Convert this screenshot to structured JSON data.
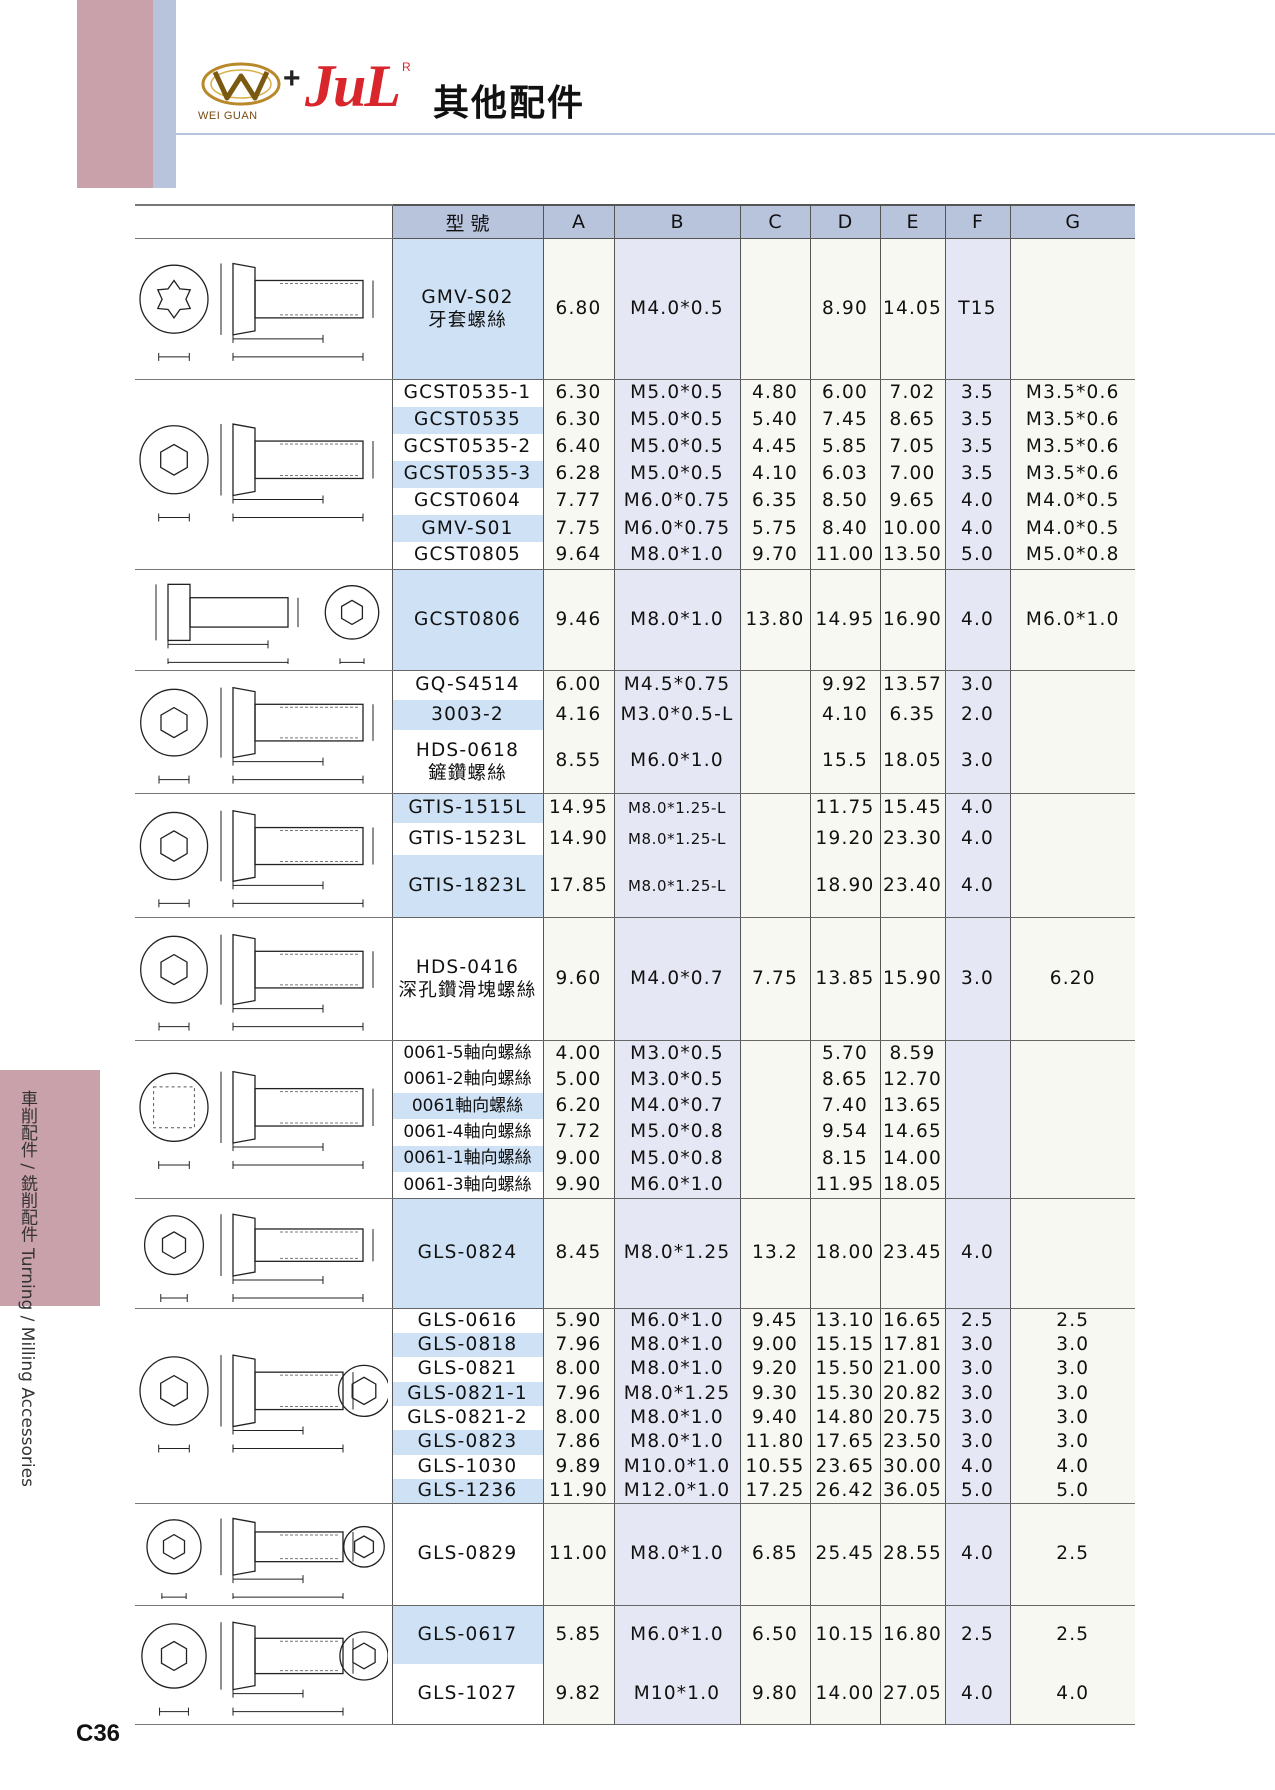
{
  "header": {
    "logo_sub": "WEI GUAN",
    "plus": "+",
    "brand": "JuL",
    "reg_mark": "R",
    "title": "其他配件"
  },
  "side_tab": "車削配件 / 銑削配件 Turning / Milling Accessories",
  "page_number": "C36",
  "table": {
    "headers": [
      "型 號",
      "A",
      "B",
      "C",
      "D",
      "E",
      "F",
      "G"
    ],
    "groups": [
      {
        "height": 141,
        "rows": [
          {
            "code": "GMV-S02",
            "code2": "牙套螺絲",
            "A": "6.80",
            "B": "M4.0*0.5",
            "C": "",
            "D": "8.90",
            "E": "14.05",
            "F": "T15",
            "G": "",
            "hl": true
          }
        ]
      },
      {
        "height": 190,
        "rows": [
          {
            "code": "GCST0535-1",
            "A": "6.30",
            "B": "M5.0*0.5",
            "C": "4.80",
            "D": "6.00",
            "E": "7.02",
            "F": "3.5",
            "G": "M3.5*0.6"
          },
          {
            "code": "GCST0535",
            "A": "6.30",
            "B": "M5.0*0.5",
            "C": "5.40",
            "D": "7.45",
            "E": "8.65",
            "F": "3.5",
            "G": "M3.5*0.6",
            "hl": true
          },
          {
            "code": "GCST0535-2",
            "A": "6.40",
            "B": "M5.0*0.5",
            "C": "4.45",
            "D": "5.85",
            "E": "7.05",
            "F": "3.5",
            "G": "M3.5*0.6"
          },
          {
            "code": "GCST0535-3",
            "A": "6.28",
            "B": "M5.0*0.5",
            "C": "4.10",
            "D": "6.03",
            "E": "7.00",
            "F": "3.5",
            "G": "M3.5*0.6",
            "hl": true
          },
          {
            "code": "GCST0604",
            "A": "7.77",
            "B": "M6.0*0.75",
            "C": "6.35",
            "D": "8.50",
            "E": "9.65",
            "F": "4.0",
            "G": "M4.0*0.5"
          },
          {
            "code": "GMV-S01",
            "A": "7.75",
            "B": "M6.0*0.75",
            "C": "5.75",
            "D": "8.40",
            "E": "10.00",
            "F": "4.0",
            "G": "M4.0*0.5",
            "hl": true
          },
          {
            "code": "GCST0805",
            "A": "9.64",
            "B": "M8.0*1.0",
            "C": "9.70",
            "D": "11.00",
            "E": "13.50",
            "F": "5.0",
            "G": "M5.0*0.8"
          }
        ]
      },
      {
        "height": 101,
        "rows": [
          {
            "code": "GCST0806",
            "A": "9.46",
            "B": "M8.0*1.0",
            "C": "13.80",
            "D": "14.95",
            "E": "16.90",
            "F": "4.0",
            "G": "M6.0*1.0",
            "hl": true
          }
        ]
      },
      {
        "height": 123,
        "rows": [
          {
            "code": "GQ-S4514",
            "A": "6.00",
            "B": "M4.5*0.75",
            "C": "",
            "D": "9.92",
            "E": "13.57",
            "F": "3.0",
            "G": "",
            "h": 30
          },
          {
            "code": "3003-2",
            "A": "4.16",
            "B": "M3.0*0.5-L",
            "C": "",
            "D": "4.10",
            "E": "6.35",
            "F": "2.0",
            "G": "",
            "hl": true,
            "h": 30
          },
          {
            "code": "HDS-0618",
            "code2": "鏟鑽螺絲",
            "A": "8.55",
            "B": "M6.0*1.0",
            "C": "",
            "D": "15.5",
            "E": "18.05",
            "F": "3.0",
            "G": "",
            "h": 63
          }
        ]
      },
      {
        "height": 124,
        "rows": [
          {
            "code": "GTIS-1515L",
            "A": "14.95",
            "B": "M8.0*1.25-L",
            "C": "",
            "D": "11.75",
            "E": "15.45",
            "F": "4.0",
            "G": "",
            "hl": true,
            "small": true,
            "h": 30
          },
          {
            "code": "GTIS-1523L",
            "A": "14.90",
            "B": "M8.0*1.25-L",
            "C": "",
            "D": "19.20",
            "E": "23.30",
            "F": "4.0",
            "G": "",
            "small": true,
            "h": 32
          },
          {
            "code": "GTIS-1823L",
            "A": "17.85",
            "B": "M8.0*1.25-L",
            "C": "",
            "D": "18.90",
            "E": "23.40",
            "F": "4.0",
            "G": "",
            "hl": true,
            "small": true,
            "h": 62
          }
        ]
      },
      {
        "height": 123,
        "rows": [
          {
            "code": "HDS-0416",
            "code2": "深孔鑽滑塊螺絲",
            "A": "9.60",
            "B": "M4.0*0.7",
            "C": "7.75",
            "D": "13.85",
            "E": "15.90",
            "F": "3.0",
            "G": "6.20"
          }
        ]
      },
      {
        "height": 158,
        "rows": [
          {
            "code": "0061-5軸向螺絲",
            "A": "4.00",
            "B": "M3.0*0.5",
            "C": "",
            "D": "5.70",
            "E": "8.59",
            "F": "",
            "G": "",
            "zh": true
          },
          {
            "code": "0061-2軸向螺絲",
            "A": "5.00",
            "B": "M3.0*0.5",
            "C": "",
            "D": "8.65",
            "E": "12.70",
            "F": "",
            "G": "",
            "zh": true
          },
          {
            "code": "0061軸向螺絲",
            "A": "6.20",
            "B": "M4.0*0.7",
            "C": "",
            "D": "7.40",
            "E": "13.65",
            "F": "",
            "G": "",
            "hl": true,
            "zh": true
          },
          {
            "code": "0061-4軸向螺絲",
            "A": "7.72",
            "B": "M5.0*0.8",
            "C": "",
            "D": "9.54",
            "E": "14.65",
            "F": "",
            "G": "",
            "zh": true
          },
          {
            "code": "0061-1軸向螺絲",
            "A": "9.00",
            "B": "M5.0*0.8",
            "C": "",
            "D": "8.15",
            "E": "14.00",
            "F": "",
            "G": "",
            "hl": true,
            "zh": true
          },
          {
            "code": "0061-3軸向螺絲",
            "A": "9.90",
            "B": "M6.0*1.0",
            "C": "",
            "D": "11.95",
            "E": "18.05",
            "F": "",
            "G": "",
            "zh": true
          }
        ]
      },
      {
        "height": 110,
        "rows": [
          {
            "code": "GLS-0824",
            "A": "8.45",
            "B": "M8.0*1.25",
            "C": "13.2",
            "D": "18.00",
            "E": "23.45",
            "F": "4.0",
            "G": "",
            "hl": true
          }
        ]
      },
      {
        "height": 195,
        "rows": [
          {
            "code": "GLS-0616",
            "A": "5.90",
            "B": "M6.0*1.0",
            "C": "9.45",
            "D": "13.10",
            "E": "16.65",
            "F": "2.5",
            "G": "2.5"
          },
          {
            "code": "GLS-0818",
            "A": "7.96",
            "B": "M8.0*1.0",
            "C": "9.00",
            "D": "15.15",
            "E": "17.81",
            "F": "3.0",
            "G": "3.0",
            "hl": true
          },
          {
            "code": "GLS-0821",
            "A": "8.00",
            "B": "M8.0*1.0",
            "C": "9.20",
            "D": "15.50",
            "E": "21.00",
            "F": "3.0",
            "G": "3.0"
          },
          {
            "code": "GLS-0821-1",
            "A": "7.96",
            "B": "M8.0*1.25",
            "C": "9.30",
            "D": "15.30",
            "E": "20.82",
            "F": "3.0",
            "G": "3.0",
            "hl": true
          },
          {
            "code": "GLS-0821-2",
            "A": "8.00",
            "B": "M8.0*1.0",
            "C": "9.40",
            "D": "14.80",
            "E": "20.75",
            "F": "3.0",
            "G": "3.0"
          },
          {
            "code": "GLS-0823",
            "A": "7.86",
            "B": "M8.0*1.0",
            "C": "11.80",
            "D": "17.65",
            "E": "23.50",
            "F": "3.0",
            "G": "3.0",
            "hl": true
          },
          {
            "code": "GLS-1030",
            "A": "9.89",
            "B": "M10.0*1.0",
            "C": "10.55",
            "D": "23.65",
            "E": "30.00",
            "F": "4.0",
            "G": "4.0"
          },
          {
            "code": "GLS-1236",
            "A": "11.90",
            "B": "M12.0*1.0",
            "C": "17.25",
            "D": "26.42",
            "E": "36.05",
            "F": "5.0",
            "G": "5.0",
            "hl": true
          }
        ]
      },
      {
        "height": 102,
        "rows": [
          {
            "code": "GLS-0829",
            "A": "11.00",
            "B": "M8.0*1.0",
            "C": "6.85",
            "D": "25.45",
            "E": "28.55",
            "F": "4.0",
            "G": "2.5"
          }
        ]
      },
      {
        "height": 119,
        "rows": [
          {
            "code": "GLS-0617",
            "A": "5.85",
            "B": "M6.0*1.0",
            "C": "6.50",
            "D": "10.15",
            "E": "16.80",
            "F": "2.5",
            "G": "2.5",
            "hl": true,
            "h": 59
          },
          {
            "code": "GLS-1027",
            "A": "9.82",
            "B": "M10*1.0",
            "C": "9.80",
            "D": "14.00",
            "E": "27.05",
            "F": "4.0",
            "G": "4.0",
            "h": 60
          }
        ]
      }
    ]
  }
}
